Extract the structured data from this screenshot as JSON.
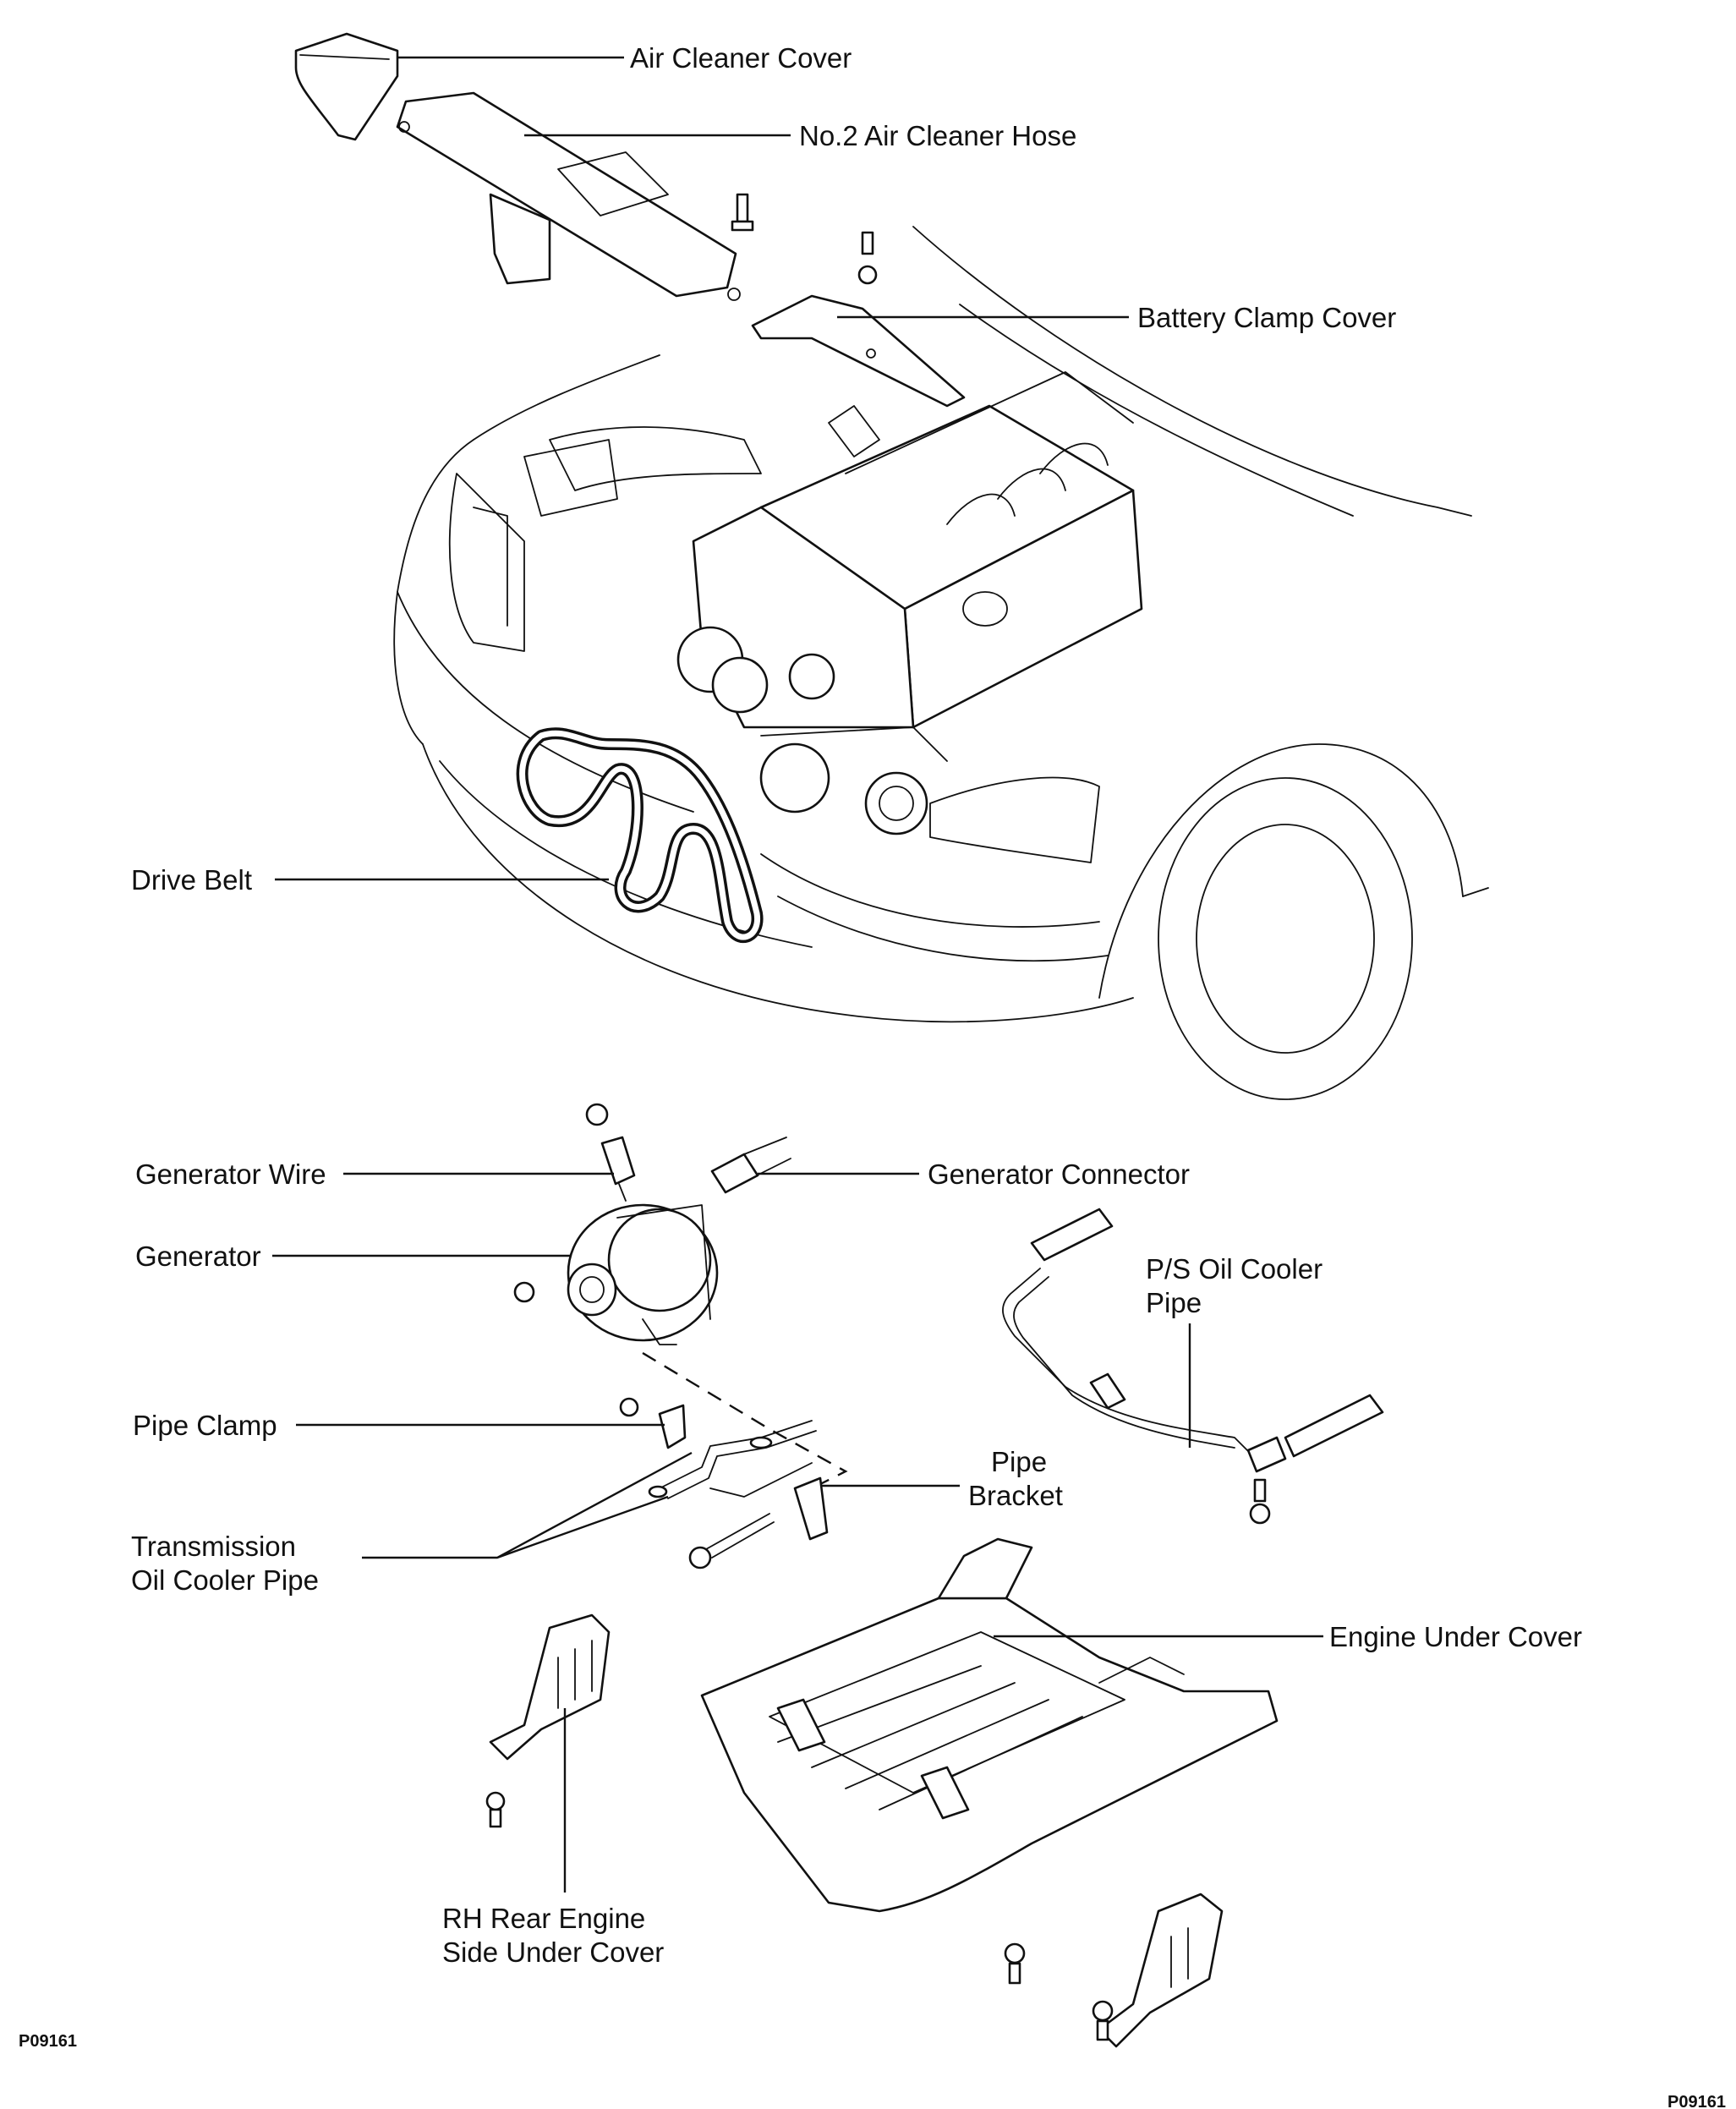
{
  "labels": {
    "air_cleaner_cover": "Air Cleaner Cover",
    "no2_air_cleaner_hose": "No.2 Air Cleaner Hose",
    "battery_clamp_cover": "Battery Clamp Cover",
    "drive_belt": "Drive Belt",
    "generator_wire": "Generator Wire",
    "generator_connector": "Generator Connector",
    "generator": "Generator",
    "ps_oil_cooler_pipe_line1": "P/S Oil Cooler",
    "ps_oil_cooler_pipe_line2": "Pipe",
    "pipe_clamp": "Pipe Clamp",
    "pipe_bracket_line1": "Pipe",
    "pipe_bracket_line2": "Bracket",
    "transmission_oil_cooler_pipe_line1": "Transmission",
    "transmission_oil_cooler_pipe_line2": "Oil Cooler Pipe",
    "engine_under_cover": "Engine Under Cover",
    "rh_rear_engine_side_under_cover_line1": "RH Rear Engine",
    "rh_rear_engine_side_under_cover_line2": "Side Under Cover"
  },
  "figure_code": "P09161",
  "figure_code_corner": "P09161"
}
